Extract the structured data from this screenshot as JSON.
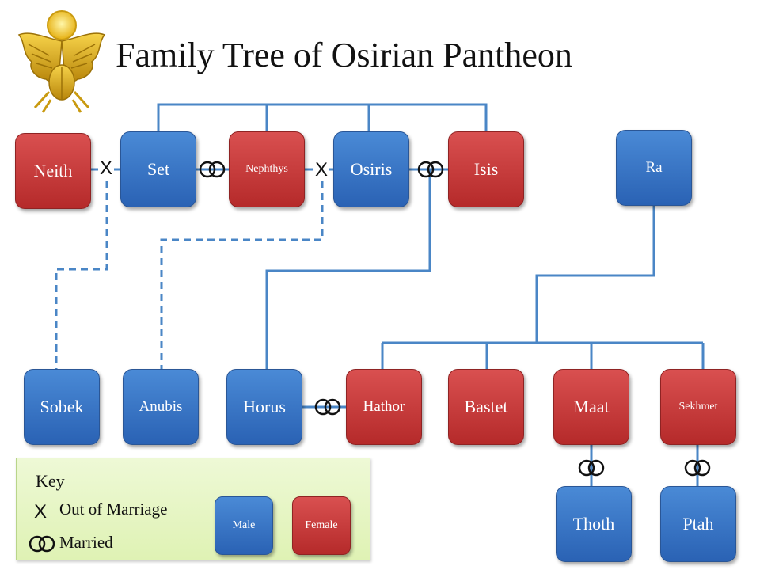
{
  "title": "Family Tree of Osirian Pantheon",
  "colors": {
    "male": "#2f6bbf",
    "female": "#c23535",
    "line": "#4a86c6",
    "key_bg": "#e4f5c4"
  },
  "logo_icon": "winged-scarab-with-sun-disk",
  "gods": {
    "neith": "Neith",
    "set": "Set",
    "nephthys": "Nephthys",
    "osiris": "Osiris",
    "isis": "Isis",
    "ra": "Ra",
    "sobek": "Sobek",
    "anubis": "Anubis",
    "horus": "Horus",
    "hathor": "Hathor",
    "bastet": "Bastet",
    "maat": "Maat",
    "sekhmet": "Sekhmet",
    "thoth": "Thoth",
    "ptah": "Ptah"
  },
  "key": {
    "title": "Key",
    "out_of_marriage_symbol": "X",
    "out_of_marriage": "Out of Marriage",
    "married_icon": "interlocked-rings-icon",
    "married": "Married",
    "male": "Male",
    "female": "Female"
  }
}
